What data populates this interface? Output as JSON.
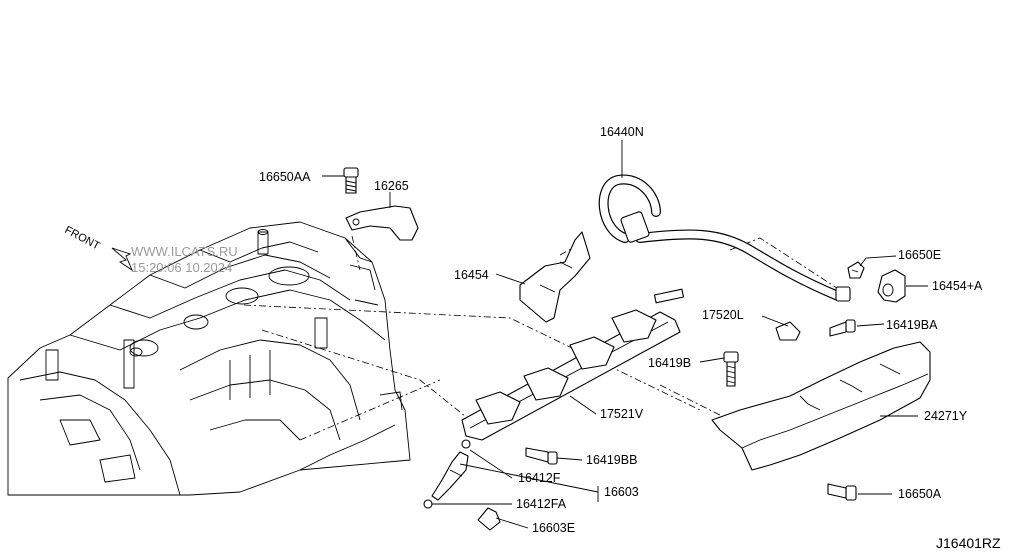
{
  "diagram": {
    "code": "J16401RZ",
    "front_label": "FRONT",
    "watermark": {
      "line1": "WWW.ILCATS.RU",
      "line2": "15:20:06 10.2024"
    },
    "parts": [
      {
        "id": "16440N",
        "label": "16440N"
      },
      {
        "id": "16650AA",
        "label": "16650AA"
      },
      {
        "id": "16265",
        "label": "16265"
      },
      {
        "id": "16454",
        "label": "16454"
      },
      {
        "id": "16650E",
        "label": "16650E"
      },
      {
        "id": "16454+A",
        "label": "16454+A"
      },
      {
        "id": "17520L",
        "label": "17520L"
      },
      {
        "id": "16419BA",
        "label": "16419BA"
      },
      {
        "id": "16419B",
        "label": "16419B"
      },
      {
        "id": "17521V",
        "label": "17521V"
      },
      {
        "id": "24271Y",
        "label": "24271Y"
      },
      {
        "id": "16419BB",
        "label": "16419BB"
      },
      {
        "id": "16412F",
        "label": "16412F"
      },
      {
        "id": "16603",
        "label": "16603"
      },
      {
        "id": "16412FA",
        "label": "16412FA"
      },
      {
        "id": "16603E",
        "label": "16603E"
      },
      {
        "id": "16650A",
        "label": "16650A"
      }
    ]
  }
}
